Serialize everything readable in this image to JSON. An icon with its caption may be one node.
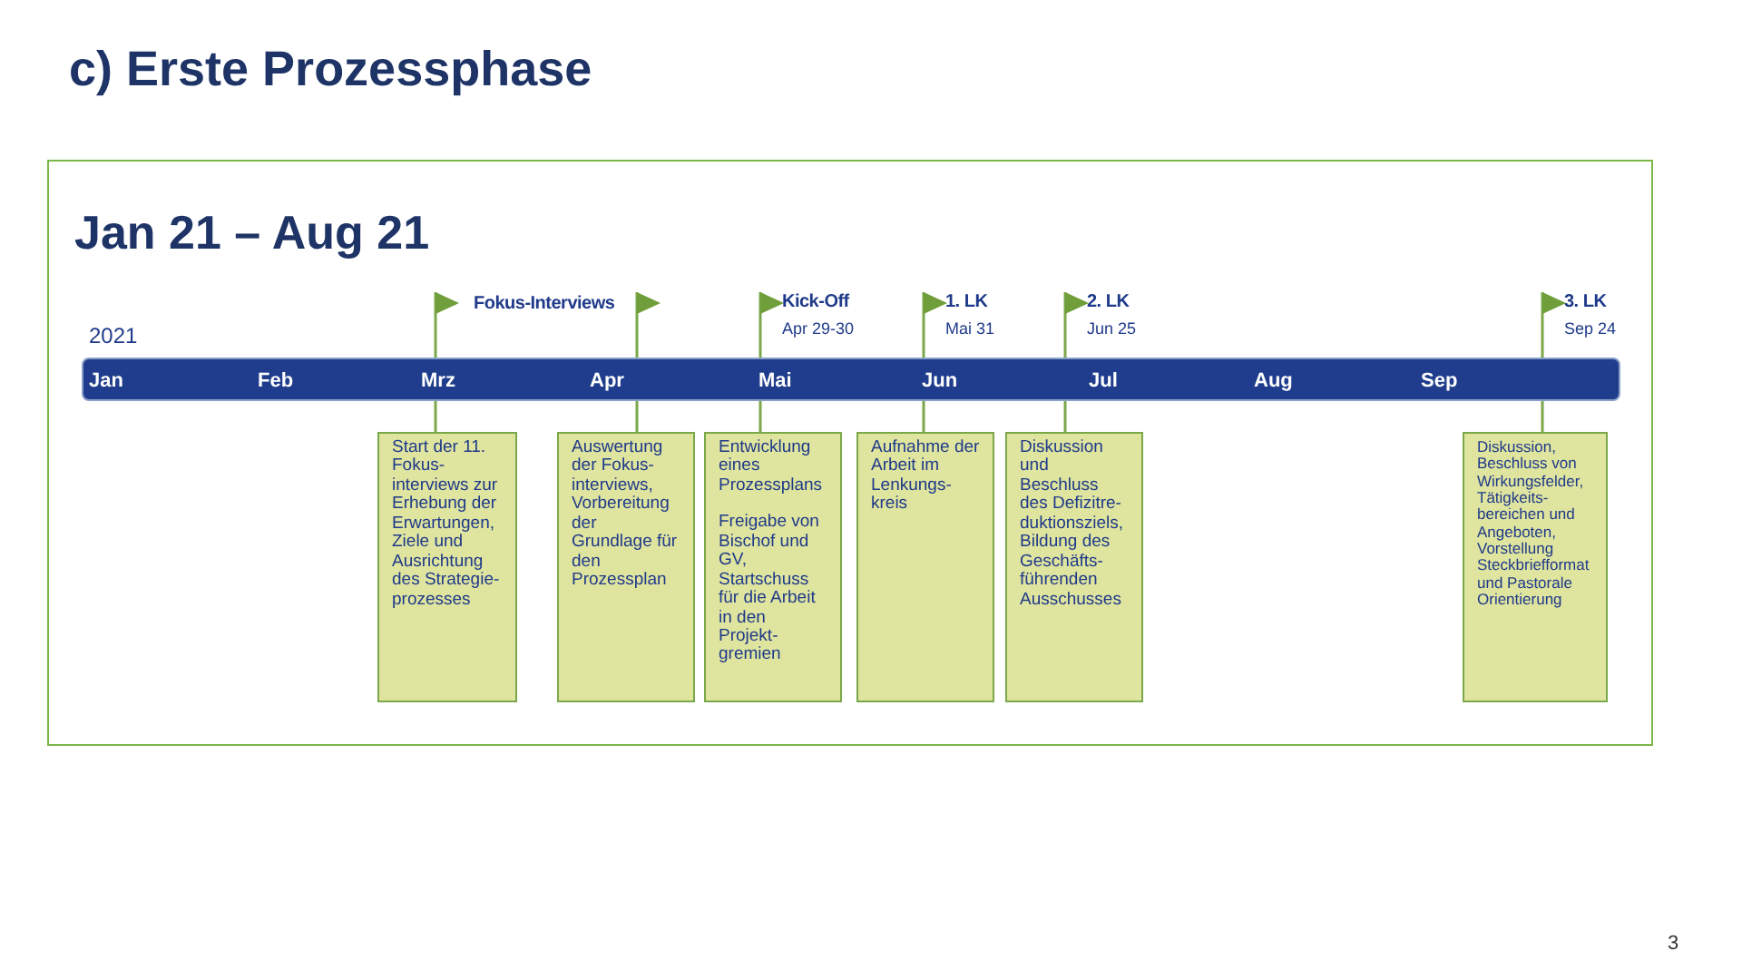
{
  "diagram": {
    "title": "c) Erste Prozessphase",
    "nodes": [
      {
        "text": [
          "Jan 21 – Aug 21"
        ]
      },
      {
        "text": [],
        "shape": "flag",
        "in": 0
      },
      {
        "text": [],
        "shape": "flag",
        "in": 0
      },
      {
        "text": [],
        "shape": "flag",
        "in": 0,
        "beside": [
          "Kick-Off",
          "Apr 29-30"
        ]
      },
      {
        "text": [],
        "shape": "flag",
        "in": 0,
        "beside": [
          "1. LK",
          "Mai 31"
        ]
      },
      {
        "text": [],
        "shape": "flag",
        "in": 0,
        "beside": [
          "2. LK",
          "Jun 25"
        ]
      },
      {
        "text": [],
        "shape": "flag",
        "in": 0,
        "beside": [
          "3. LK",
          "Sep 24"
        ]
      },
      {
        "text": [
          "Start der 11. Fokus-interviews zur Erhebung der Erwartungen, Ziele und Ausrichtung des Strategie-prozesses"
        ],
        "in": 0
      },
      {
        "text": [
          "Auswertung der Fokus-interviews, Vorbereitung der Grundlage für den Prozessplan"
        ],
        "in": 0
      },
      {
        "text": [
          "Entwicklung eines Prozessplans",
          "Freigabe von Bischof und GV, Startschuss für die Arbeit in den Projekt-gremien"
        ],
        "in": 0
      },
      {
        "text": [
          "Aufnahme der Arbeit im Lenkungs-kreis"
        ],
        "in": 0
      },
      {
        "text": [
          "Diskussion und Beschluss des Defizitre-duktionsziels, Bildung des Geschäfts-führenden Ausschusses"
        ],
        "in": 0
      },
      {
        "text": [
          "Diskussion, Beschluss von Wirkungsfelder, Tätigkeits-bereichen und Angeboten, Vorstellung Steckbriefformat und Pastorale Orientierung"
        ],
        "in": 0
      }
    ],
    "edges": [
      {
        "from": 1,
        "to": 7,
        "arrow": "none"
      },
      {
        "from": 2,
        "to": 8,
        "arrow": "none"
      },
      {
        "from": 3,
        "to": 9,
        "arrow": "none"
      },
      {
        "from": 4,
        "to": 10,
        "arrow": "none"
      },
      {
        "from": 5,
        "to": 11,
        "arrow": "none"
      },
      {
        "from": 6,
        "to": 12,
        "arrow": "none"
      }
    ],
    "labels": [
      "Fokus-Interviews",
      "2021",
      "Jan",
      "Feb",
      "Mrz",
      "Apr",
      "Mai",
      "Jun",
      "Jul",
      "Aug",
      "Sep",
      "3"
    ]
  }
}
